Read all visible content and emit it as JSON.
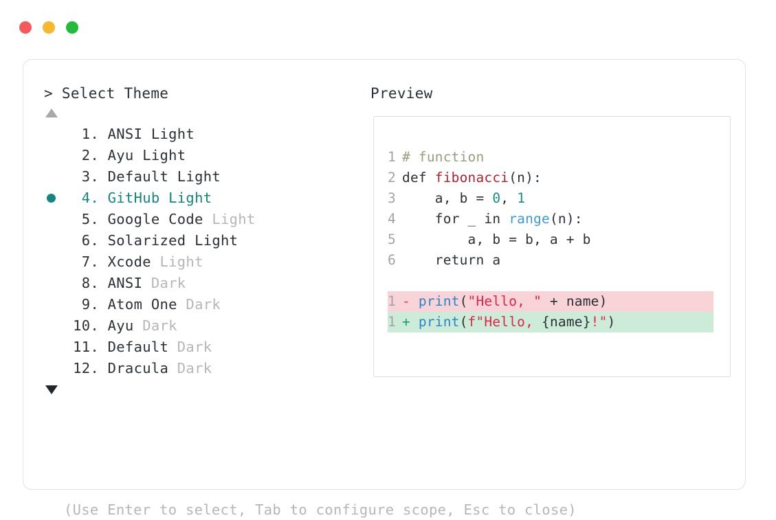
{
  "window": {
    "traffic_lights": [
      {
        "name": "close",
        "color": "#F4595B"
      },
      {
        "name": "minimize",
        "color": "#F5B82E"
      },
      {
        "name": "maximize",
        "color": "#22BB3B"
      }
    ]
  },
  "prompt": {
    "caret": ">",
    "title": "Select Theme"
  },
  "scroll": {
    "up_arrow": "▲",
    "down_arrow": "▼"
  },
  "selection": {
    "bullet": "●",
    "selected_index": 4,
    "accent": "#13867F"
  },
  "themes": [
    {
      "index": "1.",
      "name": "ANSI",
      "suffix": "Light",
      "suffix_dim": false,
      "selected": false
    },
    {
      "index": "2.",
      "name": "Ayu",
      "suffix": "Light",
      "suffix_dim": false,
      "selected": false
    },
    {
      "index": "3.",
      "name": "Default",
      "suffix": "Light",
      "suffix_dim": false,
      "selected": false
    },
    {
      "index": "4.",
      "name": "GitHub",
      "suffix": "Light",
      "suffix_dim": false,
      "selected": true
    },
    {
      "index": "5.",
      "name": "Google Code",
      "suffix": "Light",
      "suffix_dim": true,
      "selected": false
    },
    {
      "index": "6.",
      "name": "Solarized",
      "suffix": "Light",
      "suffix_dim": false,
      "selected": false
    },
    {
      "index": "7.",
      "name": "Xcode",
      "suffix": "Light",
      "suffix_dim": true,
      "selected": false
    },
    {
      "index": "8.",
      "name": "ANSI",
      "suffix": "Dark",
      "suffix_dim": true,
      "selected": false
    },
    {
      "index": "9.",
      "name": "Atom One",
      "suffix": "Dark",
      "suffix_dim": true,
      "selected": false
    },
    {
      "index": "10.",
      "name": "Ayu",
      "suffix": "Dark",
      "suffix_dim": true,
      "selected": false
    },
    {
      "index": "11.",
      "name": "Default",
      "suffix": "Dark",
      "suffix_dim": true,
      "selected": false
    },
    {
      "index": "12.",
      "name": "Dracula",
      "suffix": "Dark",
      "suffix_dim": true,
      "selected": false
    }
  ],
  "preview": {
    "title": "Preview",
    "code_lines": [
      {
        "num": "1",
        "tokens": [
          {
            "t": "# function",
            "c": "tok-comment"
          }
        ]
      },
      {
        "num": "2",
        "tokens": [
          {
            "t": "def ",
            "c": "tok-kw"
          },
          {
            "t": "fibonacci",
            "c": "tok-fn"
          },
          {
            "t": "(n):",
            "c": "tok-plain"
          }
        ]
      },
      {
        "num": "3",
        "tokens": [
          {
            "t": "    a, b = ",
            "c": "tok-plain"
          },
          {
            "t": "0",
            "c": "tok-num"
          },
          {
            "t": ", ",
            "c": "tok-plain"
          },
          {
            "t": "1",
            "c": "tok-num"
          }
        ]
      },
      {
        "num": "4",
        "tokens": [
          {
            "t": "    for _ in ",
            "c": "tok-plain"
          },
          {
            "t": "range",
            "c": "tok-builtin"
          },
          {
            "t": "(n):",
            "c": "tok-plain"
          }
        ]
      },
      {
        "num": "5",
        "tokens": [
          {
            "t": "        a, b = b, a + b",
            "c": "tok-plain"
          }
        ]
      },
      {
        "num": "6",
        "tokens": [
          {
            "t": "    return a",
            "c": "tok-plain"
          }
        ]
      }
    ],
    "diff_lines": [
      {
        "num": "1",
        "kind": "del",
        "marker": "-",
        "tokens": [
          {
            "t": "print",
            "c": "tok-print"
          },
          {
            "t": "(",
            "c": "tok-plain"
          },
          {
            "t": "\"Hello, \"",
            "c": "tok-str"
          },
          {
            "t": " + name)",
            "c": "tok-plain"
          }
        ]
      },
      {
        "num": "1",
        "kind": "add",
        "marker": "+",
        "tokens": [
          {
            "t": "print",
            "c": "tok-print"
          },
          {
            "t": "(",
            "c": "tok-plain"
          },
          {
            "t": "f\"Hello, ",
            "c": "tok-str"
          },
          {
            "t": "{name}",
            "c": "tok-plain"
          },
          {
            "t": "!\"",
            "c": "tok-str"
          },
          {
            "t": ")",
            "c": "tok-plain"
          }
        ]
      }
    ]
  },
  "footer": {
    "hint": "(Use Enter to select, Tab to configure scope, Esc to close)"
  }
}
